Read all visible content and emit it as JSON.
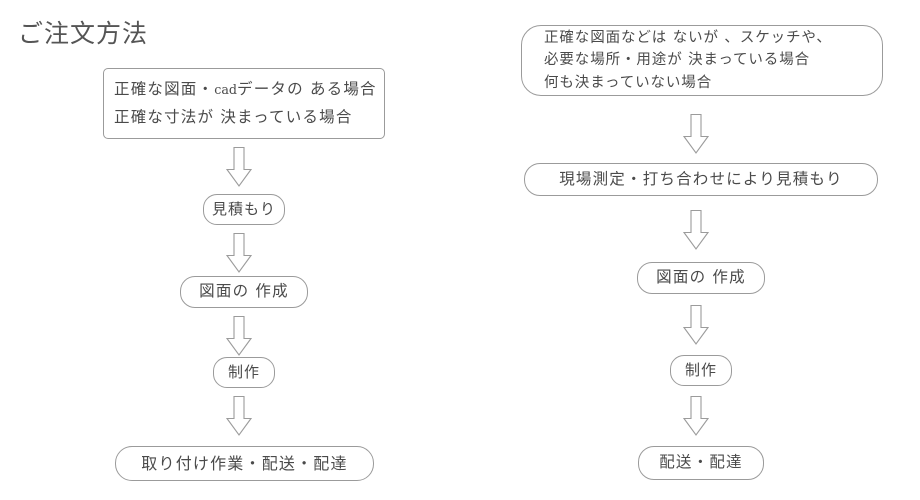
{
  "page": {
    "title": "ご注文方法",
    "background_color": "#ffffff",
    "line_color": "#9b9b9b",
    "text_color": "#4a4a4a"
  },
  "flow_left": {
    "nodes": [
      {
        "id": "l1",
        "lines": [
          "正確な図面・",
          "cad",
          "データの ある場合"
        ],
        "line1_pre": "正確な図面・",
        "line1_latin": "cad",
        "line1_post": "データの ある場合",
        "line2": "正確な寸法が 決まっている場合"
      },
      {
        "id": "l2",
        "label": "見積もり"
      },
      {
        "id": "l3",
        "label": "図面の 作成"
      },
      {
        "id": "l4",
        "label": "制作"
      },
      {
        "id": "l5",
        "label": "取り付け作業・配送・配達"
      }
    ],
    "arrows": [
      {
        "id": "l1",
        "name": "down-arrow-icon"
      },
      {
        "id": "l2",
        "name": "down-arrow-icon"
      },
      {
        "id": "l3",
        "name": "down-arrow-icon"
      },
      {
        "id": "l4",
        "name": "down-arrow-icon"
      }
    ]
  },
  "flow_right": {
    "nodes": [
      {
        "id": "r1",
        "line1": "正確な図面などは ないが 、スケッチや、",
        "line2": "必要な場所・用途が 決まっている場合",
        "line3": "何も決まっていない場合"
      },
      {
        "id": "r2",
        "label": "現場測定・打ち合わせにより見積もり"
      },
      {
        "id": "r3",
        "label": "図面の 作成"
      },
      {
        "id": "r4",
        "label": "制作"
      },
      {
        "id": "r5",
        "label": "配送・配達"
      }
    ],
    "arrows": [
      {
        "id": "r1",
        "name": "down-arrow-icon"
      },
      {
        "id": "r2",
        "name": "down-arrow-icon"
      },
      {
        "id": "r3",
        "name": "down-arrow-icon"
      },
      {
        "id": "r4",
        "name": "down-arrow-icon"
      }
    ]
  }
}
